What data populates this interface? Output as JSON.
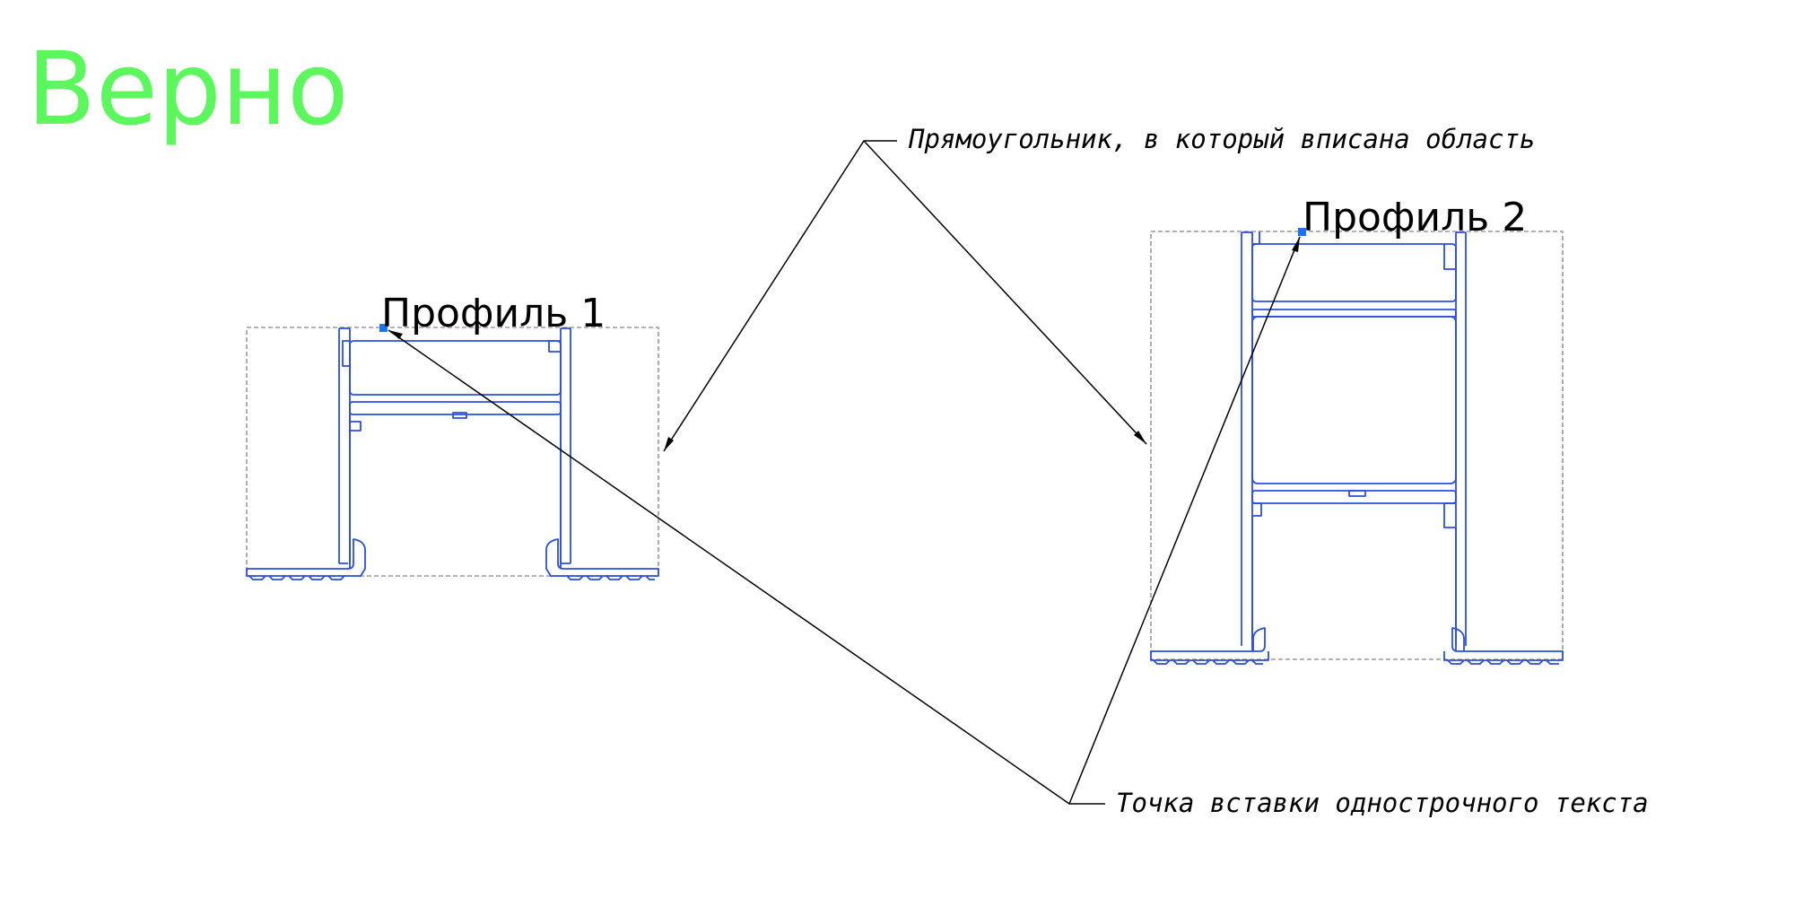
{
  "title": "Верно",
  "profiles": [
    {
      "label": "Профиль 1"
    },
    {
      "label": "Профиль 2"
    }
  ],
  "annotations": {
    "bounding_rectangle": "Прямоугольник, в который вписана область",
    "insertion_point": "Точка вставки однострочного текста"
  },
  "colors": {
    "title": "#5cf75c",
    "profile_outline": "#2b4ee0",
    "bounding_box": "#9b9b9b",
    "grip_point": "#1a73ff",
    "leader": "#000000"
  }
}
